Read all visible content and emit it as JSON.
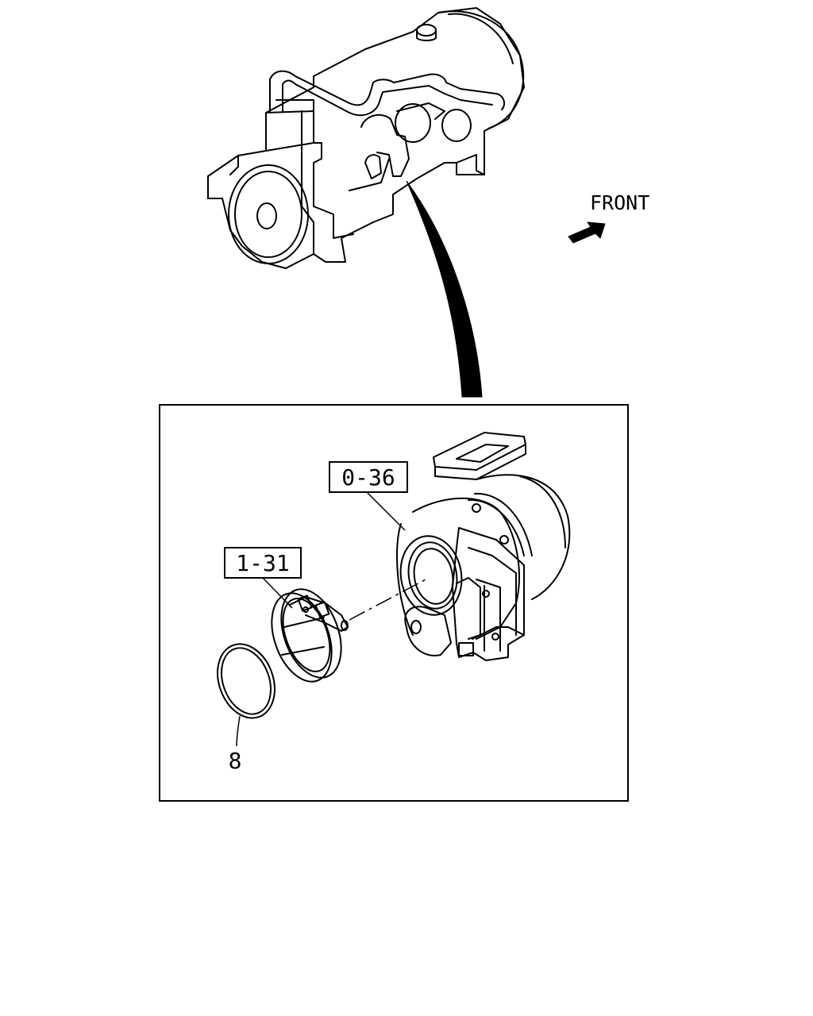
{
  "diagram": {
    "direction_label": "FRONT",
    "callouts": [
      {
        "id": "turbocharger",
        "label": "0-36",
        "boxed": true
      },
      {
        "id": "clamp",
        "label": "1-31",
        "boxed": true
      },
      {
        "id": "gasket-ring",
        "label": "8",
        "boxed": false
      }
    ]
  }
}
